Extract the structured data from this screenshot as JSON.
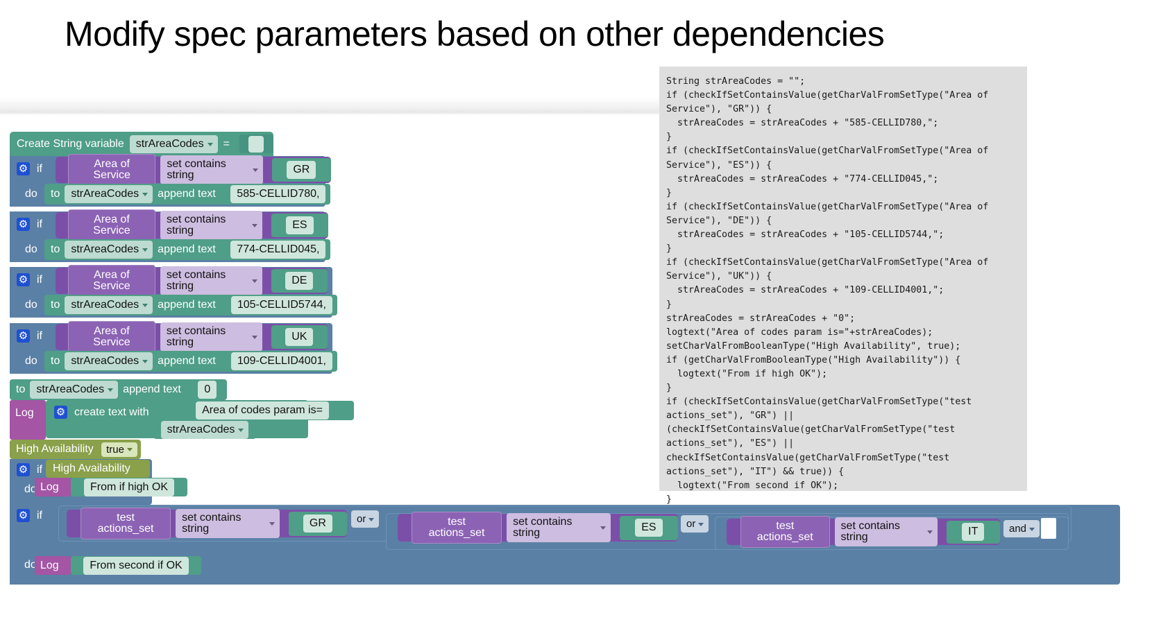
{
  "slide": {
    "title": "Modify spec parameters based on other dependencies"
  },
  "code_panel": {
    "name": "generated-code",
    "language": "java-like",
    "text": "String strAreaCodes = \"\";\nif (checkIfSetContainsValue(getCharValFromSetType(\"Area of Service\"), \"GR\")) {\n  strAreaCodes = strAreaCodes + \"585-CELLID780,\";\n}\nif (checkIfSetContainsValue(getCharValFromSetType(\"Area of Service\"), \"ES\")) {\n  strAreaCodes = strAreaCodes + \"774-CELLID045,\";\n}\nif (checkIfSetContainsValue(getCharValFromSetType(\"Area of Service\"), \"DE\")) {\n  strAreaCodes = strAreaCodes + \"105-CELLID5744,\";\n}\nif (checkIfSetContainsValue(getCharValFromSetType(\"Area of Service\"), \"UK\")) {\n  strAreaCodes = strAreaCodes + \"109-CELLID4001,\";\n}\nstrAreaCodes = strAreaCodes + \"0\";\nlogtext(\"Area of codes param is=\"+strAreaCodes);\nsetCharValFromBooleanType(\"High Availability\", true);\nif (getCharValFromBooleanType(\"High Availability\")) {\n  logtext(\"From if high OK\");\n}\nif (checkIfSetContainsValue(getCharValFromSetType(\"test actions_set\"), \"GR\") || (checkIfSetContainsValue(getCharValFromSetType(\"test actions_set\"), \"ES\") || checkIfSetContainsValue(getCharValFromSetType(\"test actions_set\"), \"IT\") && true)) {\n  logtext(\"From second if OK\");\n}"
  },
  "workspace": {
    "create_variable": {
      "label": "Create String variable",
      "variable": "strAreaCodes",
      "equals": "=",
      "value": ""
    },
    "if_blocks": [
      {
        "if_label": "if",
        "do_label": "do",
        "left_operand": "Area of Service",
        "operator": "set contains string",
        "right_operand": "GR",
        "to_label": "to",
        "target_variable": "strAreaCodes",
        "append_label": "append text",
        "append_value": "585-CELLID780,"
      },
      {
        "if_label": "if",
        "do_label": "do",
        "left_operand": "Area of Service",
        "operator": "set contains string",
        "right_operand": "ES",
        "to_label": "to",
        "target_variable": "strAreaCodes",
        "append_label": "append text",
        "append_value": "774-CELLID045,"
      },
      {
        "if_label": "if",
        "do_label": "do",
        "left_operand": "Area of Service",
        "operator": "set contains string",
        "right_operand": "DE",
        "to_label": "to",
        "target_variable": "strAreaCodes",
        "append_label": "append text",
        "append_value": "105-CELLID5744,"
      },
      {
        "if_label": "if",
        "do_label": "do",
        "left_operand": "Area of Service",
        "operator": "set contains string",
        "right_operand": "UK",
        "to_label": "to",
        "target_variable": "strAreaCodes",
        "append_label": "append text",
        "append_value": "109-CELLID4001,"
      }
    ],
    "append_zero": {
      "to_label": "to",
      "target_variable": "strAreaCodes",
      "append_label": "append text",
      "append_value": "0"
    },
    "log_create_text": {
      "log_label": "Log",
      "create_text_label": "create text with",
      "text_item_1": "Area of codes param is=",
      "text_item_2": "strAreaCodes"
    },
    "set_high_availability": {
      "param_label": "High Availability",
      "value": "true"
    },
    "if_high_availability": {
      "if_label": "if",
      "condition": "High Availability",
      "do_label": "do",
      "log_label": "Log",
      "log_text": "From if high OK"
    },
    "if_second": {
      "if_label": "if",
      "do_label": "do",
      "log_label": "Log",
      "log_text": "From second if OK",
      "conditions": [
        {
          "left_operand": "test actions_set",
          "operator": "set contains string",
          "right_operand": "GR",
          "joiner": "or"
        },
        {
          "left_operand": "test actions_set",
          "operator": "set contains string",
          "right_operand": "ES",
          "joiner": "or"
        },
        {
          "left_operand": "test actions_set",
          "operator": "set contains string",
          "right_operand": "IT",
          "joiner": "and"
        }
      ]
    }
  },
  "colors": {
    "block_green": "#4f9e87",
    "block_purple": "#7b4fa8",
    "block_blue": "#5b80a5",
    "block_magenta": "#a455a4",
    "block_olive": "#8aa04b",
    "code_panel_bg": "#dedede",
    "gear_icon": "#1f50d2"
  }
}
